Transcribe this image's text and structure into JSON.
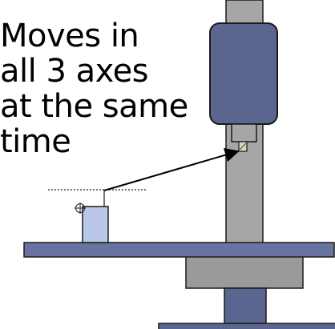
{
  "caption": {
    "lines": [
      "Moves in",
      "all 3 axes",
      "at the same",
      "time"
    ]
  },
  "colors": {
    "spindle_head": "#5a6690",
    "column": "#a6a6a6",
    "table": "#6973a0",
    "saddle": "#9a9a9a",
    "base": "#5a6690",
    "workpiece": "#b9c8e8",
    "tool": "#c9dcc0",
    "outline": "#1a1a1a"
  },
  "parts": {
    "column": "machine-column",
    "spindle_head": "spindle-head",
    "tool_holder": "tool-holder",
    "cutter": "cutting-tool",
    "table": "worktable",
    "saddle": "saddle",
    "base_pedestal": "base-pedestal",
    "base_foot": "base-foot",
    "workpiece": "workpiece",
    "origin_marker": "crosshair-origin-marker",
    "leader_line": "leader-arrow",
    "reference_line": "dotted-reference-line"
  }
}
